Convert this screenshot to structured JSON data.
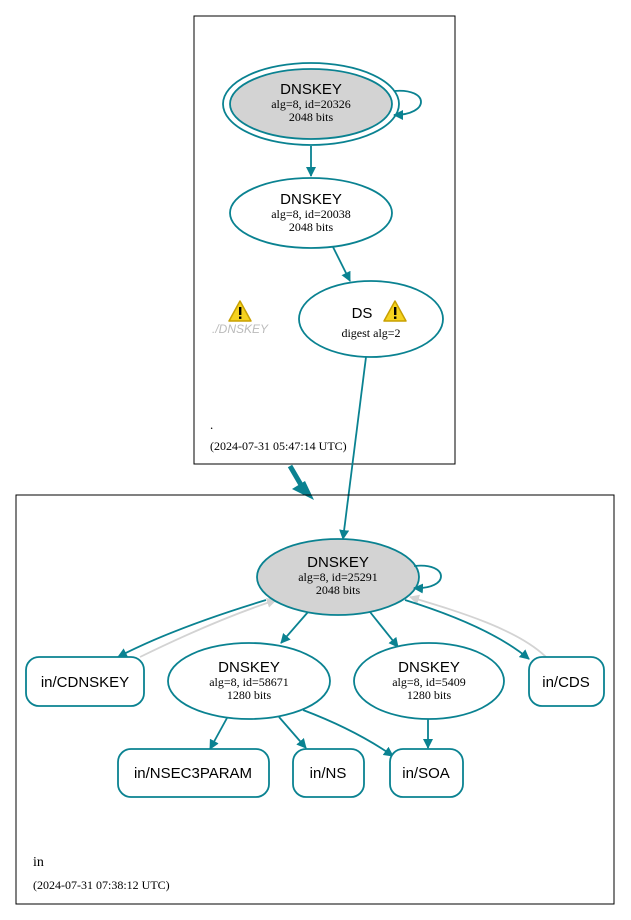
{
  "colors": {
    "edge": "#0a8291",
    "dim_edge": "#d3d3d3",
    "ksk_fill": "#d3d3d3",
    "node_fill": "#ffffff",
    "cluster_border": "#000000",
    "warning_fill": "#f5d21e",
    "warning_stroke": "#c8a000",
    "muted_text": "#bbbbbb"
  },
  "zones": [
    {
      "name": ".",
      "timestamp": "(2024-07-31 05:47:14 UTC)",
      "nodes": {
        "ksk": {
          "title": "DNSKEY",
          "line1": "alg=8, id=20326",
          "line2": "2048 bits"
        },
        "zsk": {
          "title": "DNSKEY",
          "line1": "alg=8, id=20038",
          "line2": "2048 bits"
        },
        "ds": {
          "title": "DS",
          "line1": "digest alg=2",
          "icon": "warning-icon"
        },
        "missing": {
          "label": "./DNSKEY",
          "icon": "warning-icon"
        }
      }
    },
    {
      "name": "in",
      "timestamp": "(2024-07-31 07:38:12 UTC)",
      "nodes": {
        "ksk": {
          "title": "DNSKEY",
          "line1": "alg=8, id=25291",
          "line2": "2048 bits"
        },
        "zsk1": {
          "title": "DNSKEY",
          "line1": "alg=8, id=58671",
          "line2": "1280 bits"
        },
        "zsk2": {
          "title": "DNSKEY",
          "line1": "alg=8, id=5409",
          "line2": "1280 bits"
        },
        "cdnskey": {
          "label": "in/CDNSKEY"
        },
        "cds": {
          "label": "in/CDS"
        },
        "nsec3param": {
          "label": "in/NSEC3PARAM"
        },
        "ns": {
          "label": "in/NS"
        },
        "soa": {
          "label": "in/SOA"
        }
      }
    }
  ]
}
